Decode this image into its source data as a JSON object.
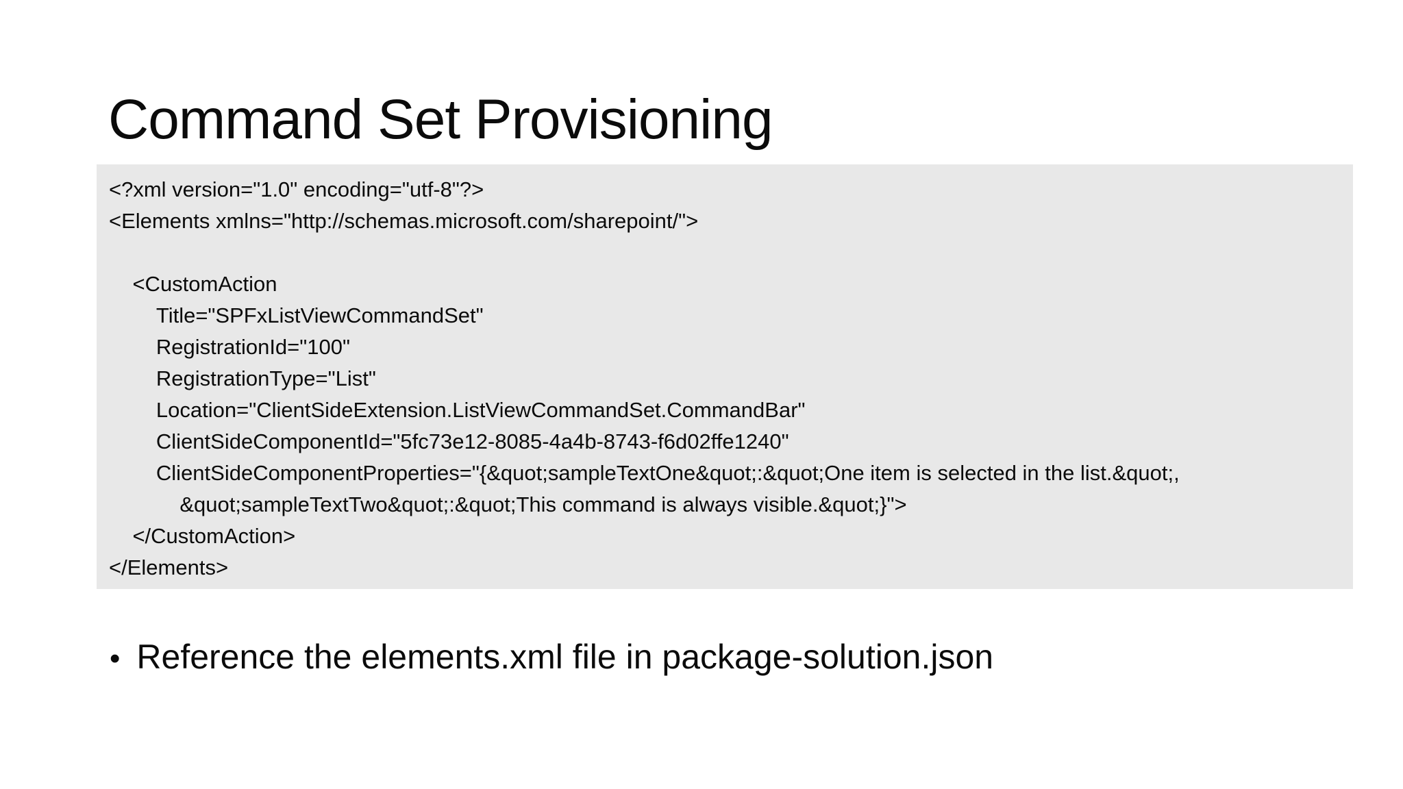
{
  "slide": {
    "title": "Command Set Provisioning",
    "code_block": {
      "background": "#e8e8e8",
      "lines": [
        "<?xml version=\"1.0\" encoding=\"utf-8\"?>",
        "<Elements xmlns=\"http://schemas.microsoft.com/sharepoint/\">",
        "",
        "    <CustomAction",
        "        Title=\"SPFxListViewCommandSet\"",
        "        RegistrationId=\"100\"",
        "        RegistrationType=\"List\"",
        "        Location=\"ClientSideExtension.ListViewCommandSet.CommandBar\"",
        "        ClientSideComponentId=\"5fc73e12-8085-4a4b-8743-f6d02ffe1240\"",
        "        ClientSideComponentProperties=\"{&quot;sampleTextOne&quot;:&quot;One item is selected in the list.&quot;,",
        "            &quot;sampleTextTwo&quot;:&quot;This command is always visible.&quot;}\">",
        "    </CustomAction>",
        "</Elements>"
      ]
    },
    "bullet": {
      "marker": "•",
      "text": "Reference the elements.xml file in package-solution.json"
    },
    "colors": {
      "background": "#ffffff",
      "text": "#0b0b0b",
      "code_bg": "#e8e8e8"
    }
  }
}
